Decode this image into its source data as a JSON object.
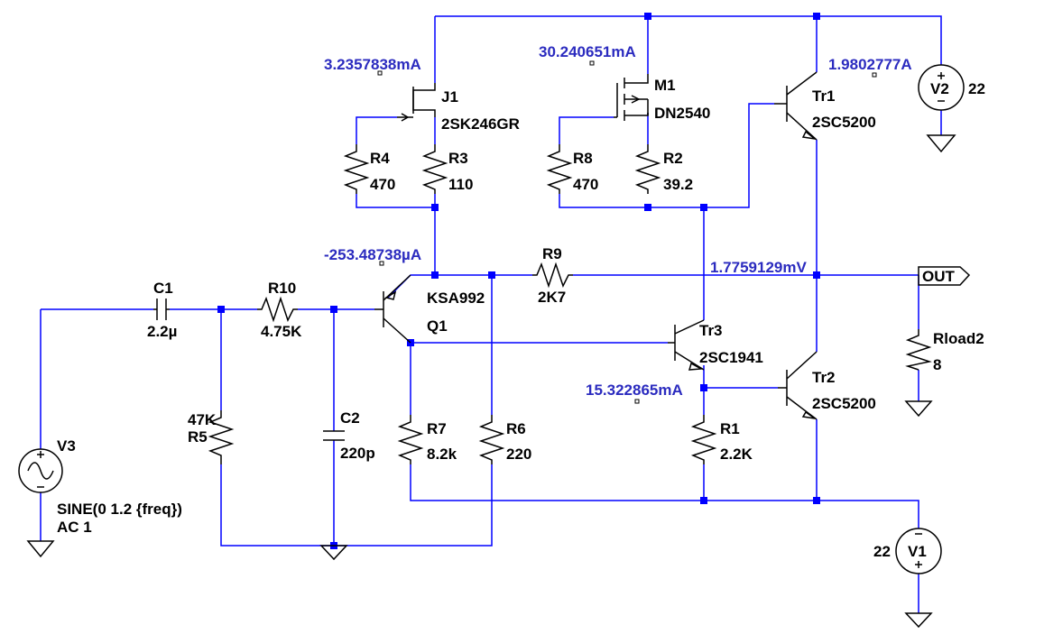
{
  "components": {
    "j1": {
      "ref": "J1",
      "value": "2SK246GR"
    },
    "m1": {
      "ref": "M1",
      "value": "DN2540"
    },
    "tr1": {
      "ref": "Tr1",
      "value": "2SC5200"
    },
    "tr2": {
      "ref": "Tr2",
      "value": "2SC5200"
    },
    "tr3": {
      "ref": "Tr3",
      "value": "2SC1941"
    },
    "q1": {
      "ref": "Q1",
      "value": "KSA992"
    },
    "r1": {
      "ref": "R1",
      "value": "2.2K"
    },
    "r2": {
      "ref": "R2",
      "value": "39.2"
    },
    "r3": {
      "ref": "R3",
      "value": "110"
    },
    "r4": {
      "ref": "R4",
      "value": "470"
    },
    "r5": {
      "ref": "R5",
      "value": "47K"
    },
    "r6": {
      "ref": "R6",
      "value": "220"
    },
    "r7": {
      "ref": "R7",
      "value": "8.2k"
    },
    "r8": {
      "ref": "R8",
      "value": "470"
    },
    "r9": {
      "ref": "R9",
      "value": "2K7"
    },
    "r10": {
      "ref": "R10",
      "value": "4.75K"
    },
    "rload2": {
      "ref": "Rload2",
      "value": "8"
    },
    "c1": {
      "ref": "C1",
      "value": "2.2µ"
    },
    "c2": {
      "ref": "C2",
      "value": "220p"
    },
    "v1": {
      "ref": "V1",
      "value": "22"
    },
    "v2": {
      "ref": "V2",
      "value": "22"
    },
    "v3": {
      "ref": "V3",
      "value": "SINE(0 1.2 {freq})",
      "value2": "AC 1"
    }
  },
  "annotations": {
    "j1_current": "3.2357838mA",
    "m1_current": "30.240651mA",
    "tr1_current": "1.9802777A",
    "q1_current": "-253.48738µA",
    "out_voltage": "1.7759129mV",
    "tr3_current": "15.322865mA"
  },
  "net_labels": {
    "out": "OUT"
  },
  "colors": {
    "wire": "#0000ff",
    "component": "#000000",
    "annotation": "#2b2bbf"
  }
}
